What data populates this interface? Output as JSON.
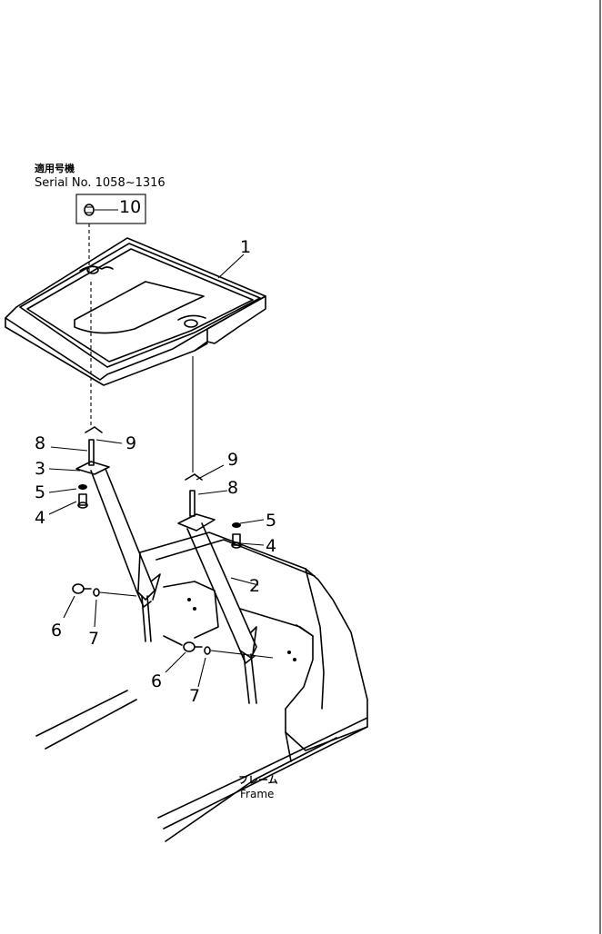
{
  "header": {
    "japanese": "適用号機",
    "serial": "Serial No. 1058~1316"
  },
  "frame_label": {
    "japanese": "フレーム",
    "english": "Frame"
  },
  "callouts": {
    "p10": "10",
    "p1": "1",
    "p2": "2",
    "p3": "3",
    "p4a": "4",
    "p4b": "4",
    "p5a": "5",
    "p5b": "5",
    "p6a": "6",
    "p6b": "6",
    "p7a": "7",
    "p7b": "7",
    "p8a": "8",
    "p8b": "8",
    "p9a": "9",
    "p9b": "9"
  }
}
